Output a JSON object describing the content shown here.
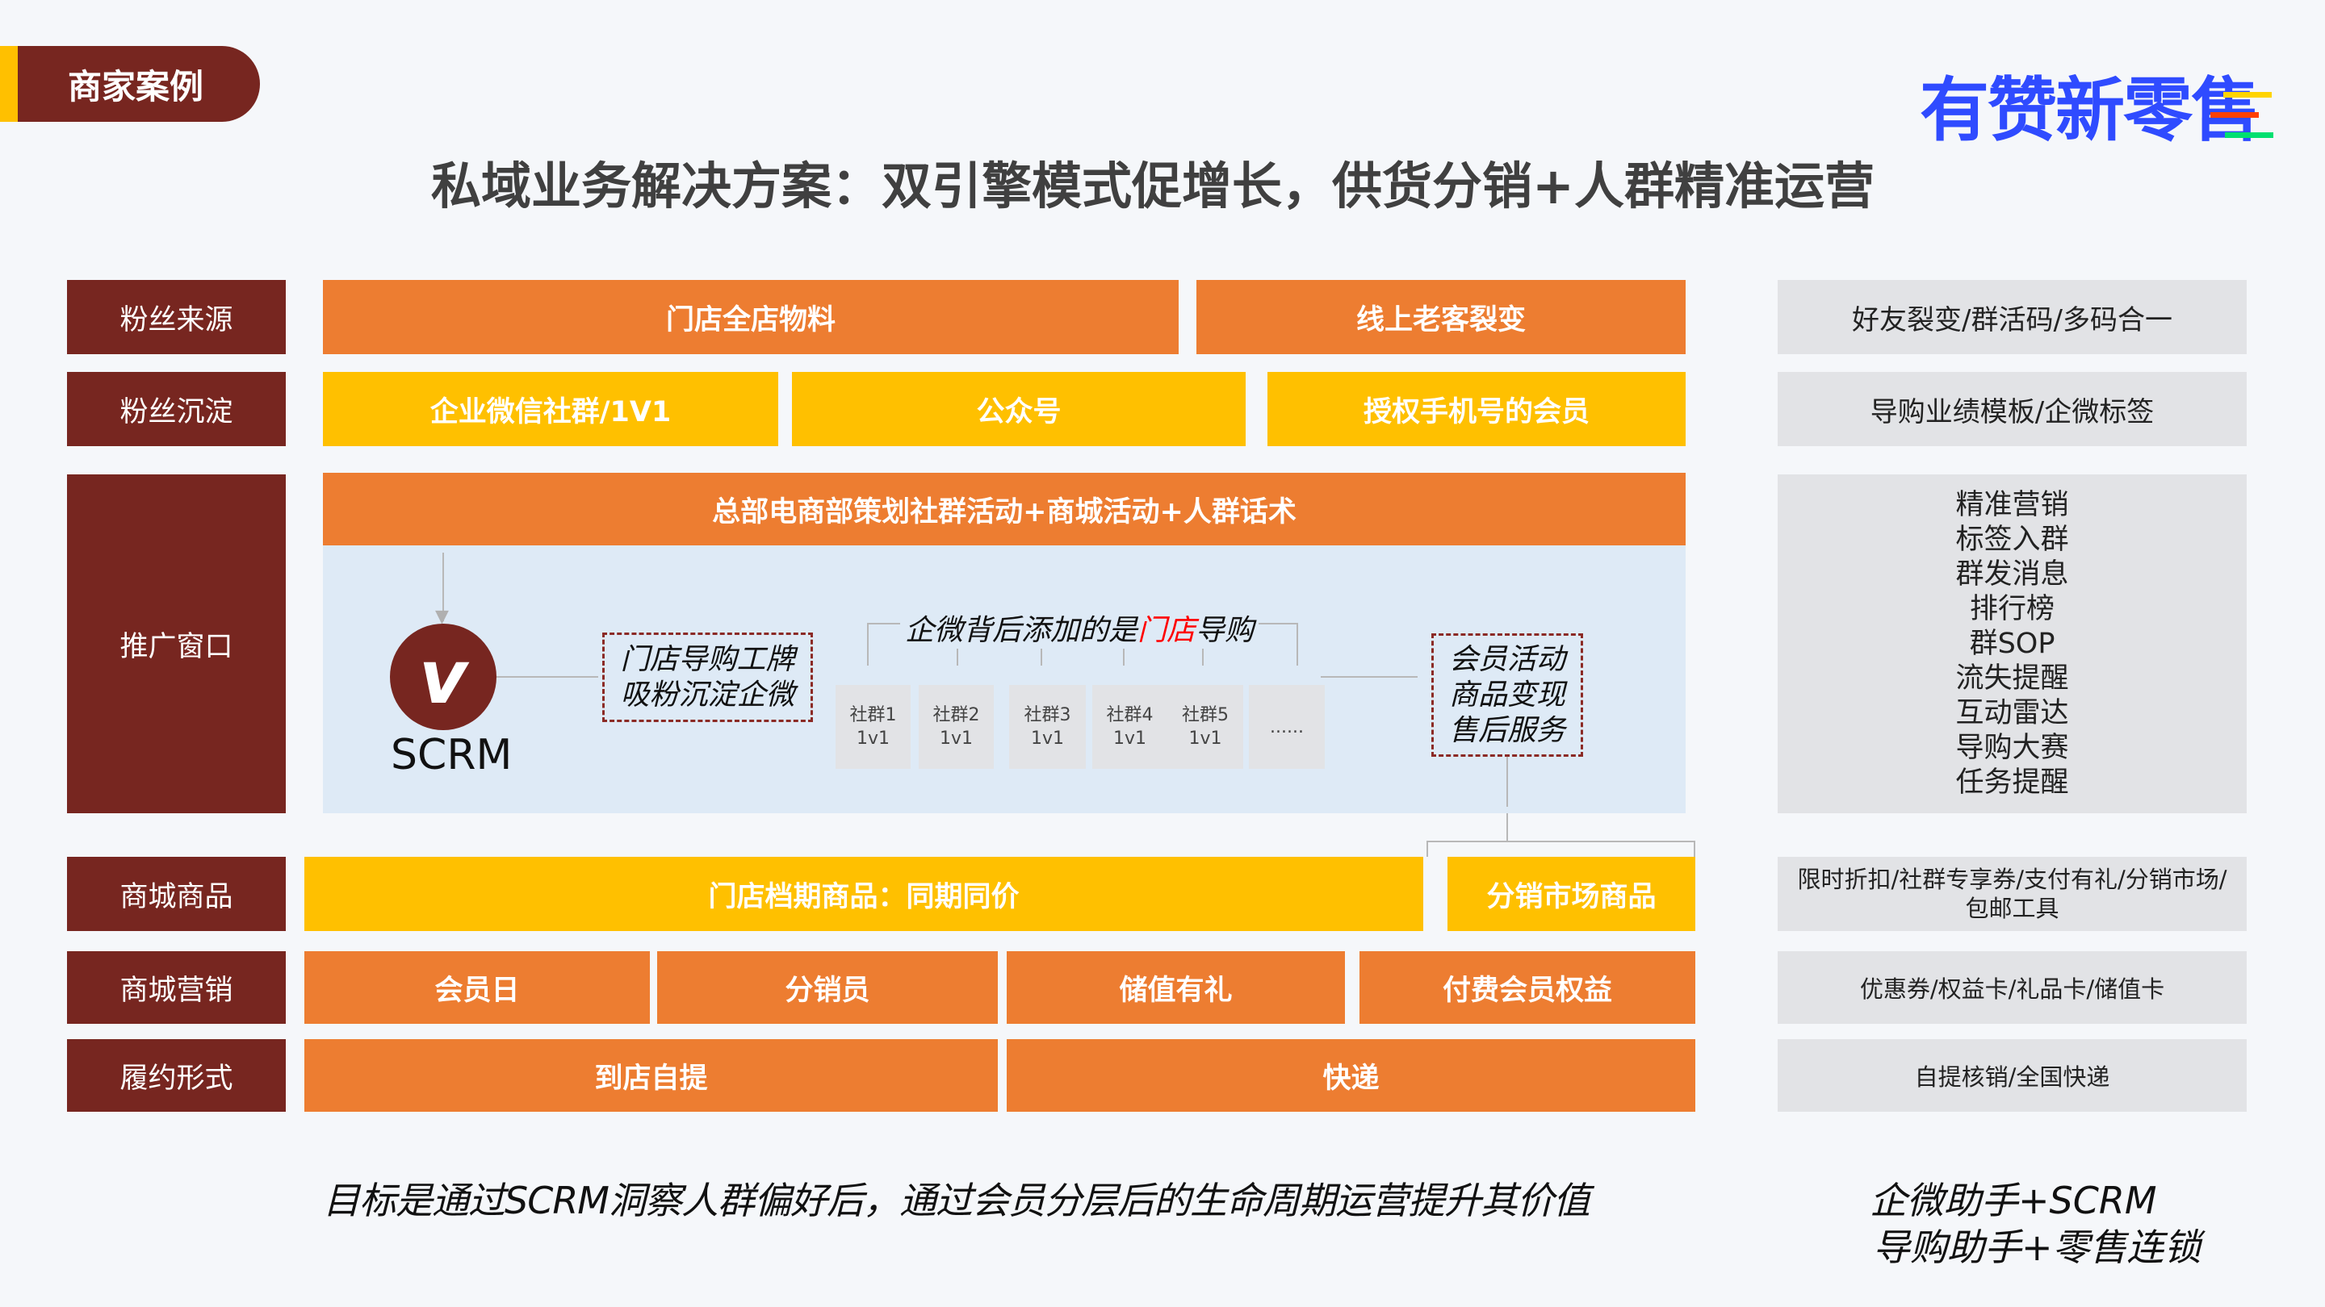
{
  "header": {
    "tab": "商家案例",
    "title": "私域业务解决方案：双引擎模式促增长，供货分销+人群精准运营",
    "logo": "有赞新零售"
  },
  "rows": {
    "labels": [
      "粉丝来源",
      "粉丝沉淀",
      "推广窗口",
      "商城商品",
      "商城营销",
      "履约形式"
    ],
    "r1": [
      "门店全店物料",
      "线上老客裂变"
    ],
    "r2": [
      "企业微信社群/1V1",
      "公众号",
      "授权手机号的会员"
    ],
    "r3_header": "总部电商部策划社群活动+商城活动+人群话术",
    "r4": [
      "门店档期商品：同期同价",
      "分销市场商品"
    ],
    "r5": [
      "会员日",
      "分销员",
      "储值有礼",
      "付费会员权益"
    ],
    "r6": [
      "到店自提",
      "快递"
    ]
  },
  "flow": {
    "scrm": "SCRM",
    "guide_box": [
      "门店导购工牌",
      "吸粉沉淀企微"
    ],
    "bracket_label_pre": "企微背后添加的是",
    "bracket_label_red": "门店",
    "bracket_label_post": "导购",
    "groups": [
      {
        "name": "社群1",
        "type": "1v1"
      },
      {
        "name": "社群2",
        "type": "1v1"
      },
      {
        "name": "社群3",
        "type": "1v1"
      },
      {
        "name": "社群4",
        "type": "1v1"
      },
      {
        "name": "社群5",
        "type": "1v1"
      }
    ],
    "more": "......",
    "member_box": [
      "会员活动",
      "商品变现",
      "售后服务"
    ]
  },
  "right": {
    "r1": "好友裂变/群活码/多码合一",
    "r2": "导购业绩模板/企微标签",
    "r3": [
      "精准营销",
      "标签入群",
      "群发消息",
      "排行榜",
      "群SOP",
      "流失提醒",
      "互动雷达",
      "导购大赛",
      "任务提醒"
    ],
    "r4": "限时折扣/社群专享券/支付有礼/分销市场/包邮工具",
    "r5": "优惠券/权益卡/礼品卡/储值卡",
    "r6": "自提核销/全国快递"
  },
  "footer": {
    "goal": "目标是通过SCRM洞察人群偏好后，通过会员分层后的生命周期运营提升其价值",
    "tools": [
      "企微助手+SCRM",
      "导购助手+零售连锁"
    ]
  },
  "colors": {
    "maroon": "#772620",
    "orange": "#ed7d31",
    "yellow": "#ffc000",
    "accent_red": "#ff0000",
    "logo_blue": "#2f4bff"
  }
}
